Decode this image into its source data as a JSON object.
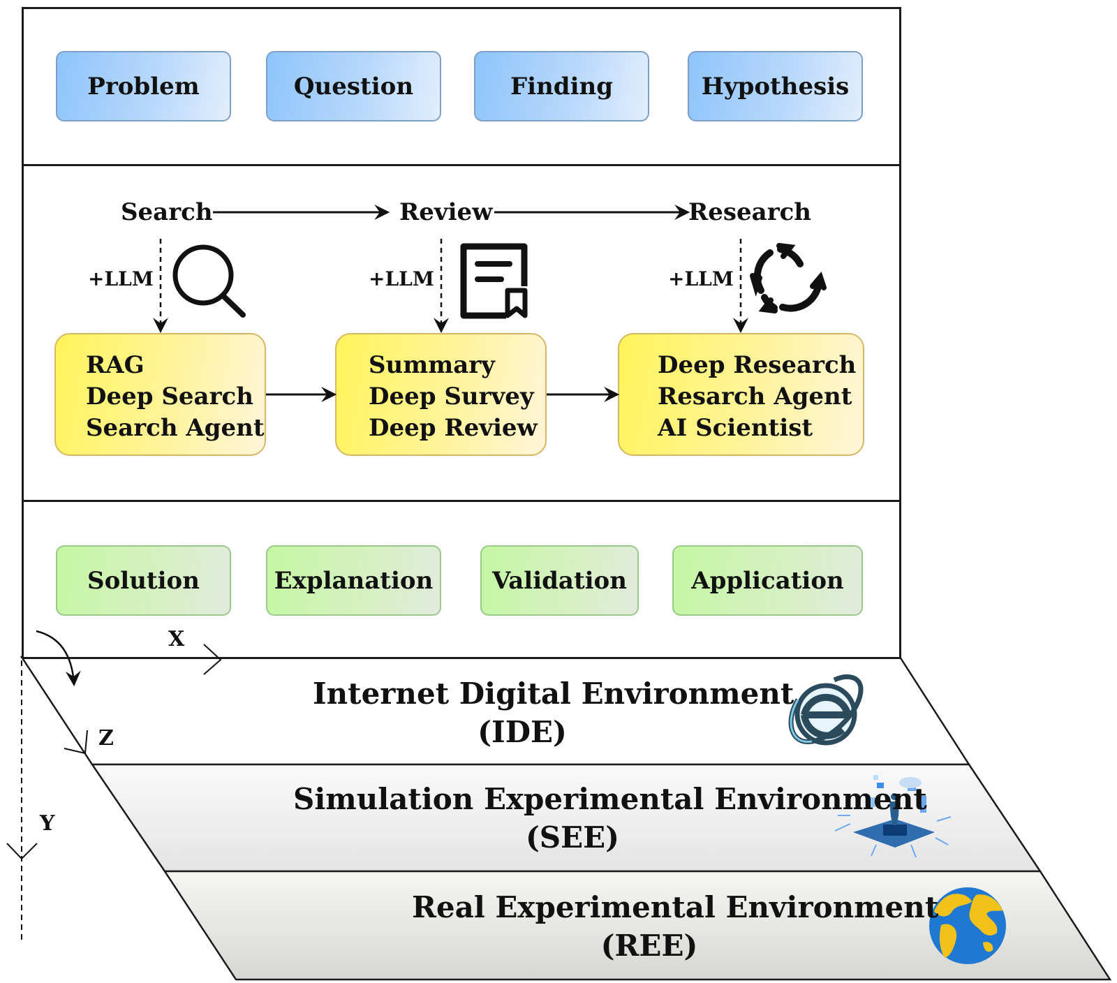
{
  "top_row": [
    "Problem",
    "Question",
    "Finding",
    "Hypothesis"
  ],
  "stages": {
    "search": "Search",
    "review": "Review",
    "research": "Research",
    "llm_label": "+LLM"
  },
  "methods": {
    "search": [
      "RAG",
      "Deep Search",
      "Search Agent"
    ],
    "review": [
      "Summary",
      "Deep Survey",
      "Deep Review"
    ],
    "research": [
      "Deep Research",
      "Resarch Agent",
      "AI Scientist"
    ]
  },
  "bottom_row": [
    "Solution",
    "Explanation",
    "Validation",
    "Application"
  ],
  "axes": {
    "x": "X",
    "y": "Y",
    "z": "Z"
  },
  "environments": {
    "ide": {
      "line1": "Internet Digital Environment",
      "line2": "(IDE)"
    },
    "see": {
      "line1": "Simulation Experimental Environment",
      "line2": "(SEE)"
    },
    "ree": {
      "line1": "Real Experimental Environment",
      "line2": "(REE)"
    }
  },
  "icons": {
    "search": "magnifier-icon",
    "review": "document-bookmark-icon",
    "research": "refresh-cycle-icon",
    "ide": "internet-explorer-icon",
    "see": "digital-human-simulation-icon",
    "ree": "globe-icon"
  },
  "colors": {
    "blue_box": "#9ecaf9",
    "yellow_box": "#fff45a",
    "green_box": "#c9f3a9",
    "globe_ocean": "#1f78d1",
    "globe_land": "#f2c21b"
  }
}
